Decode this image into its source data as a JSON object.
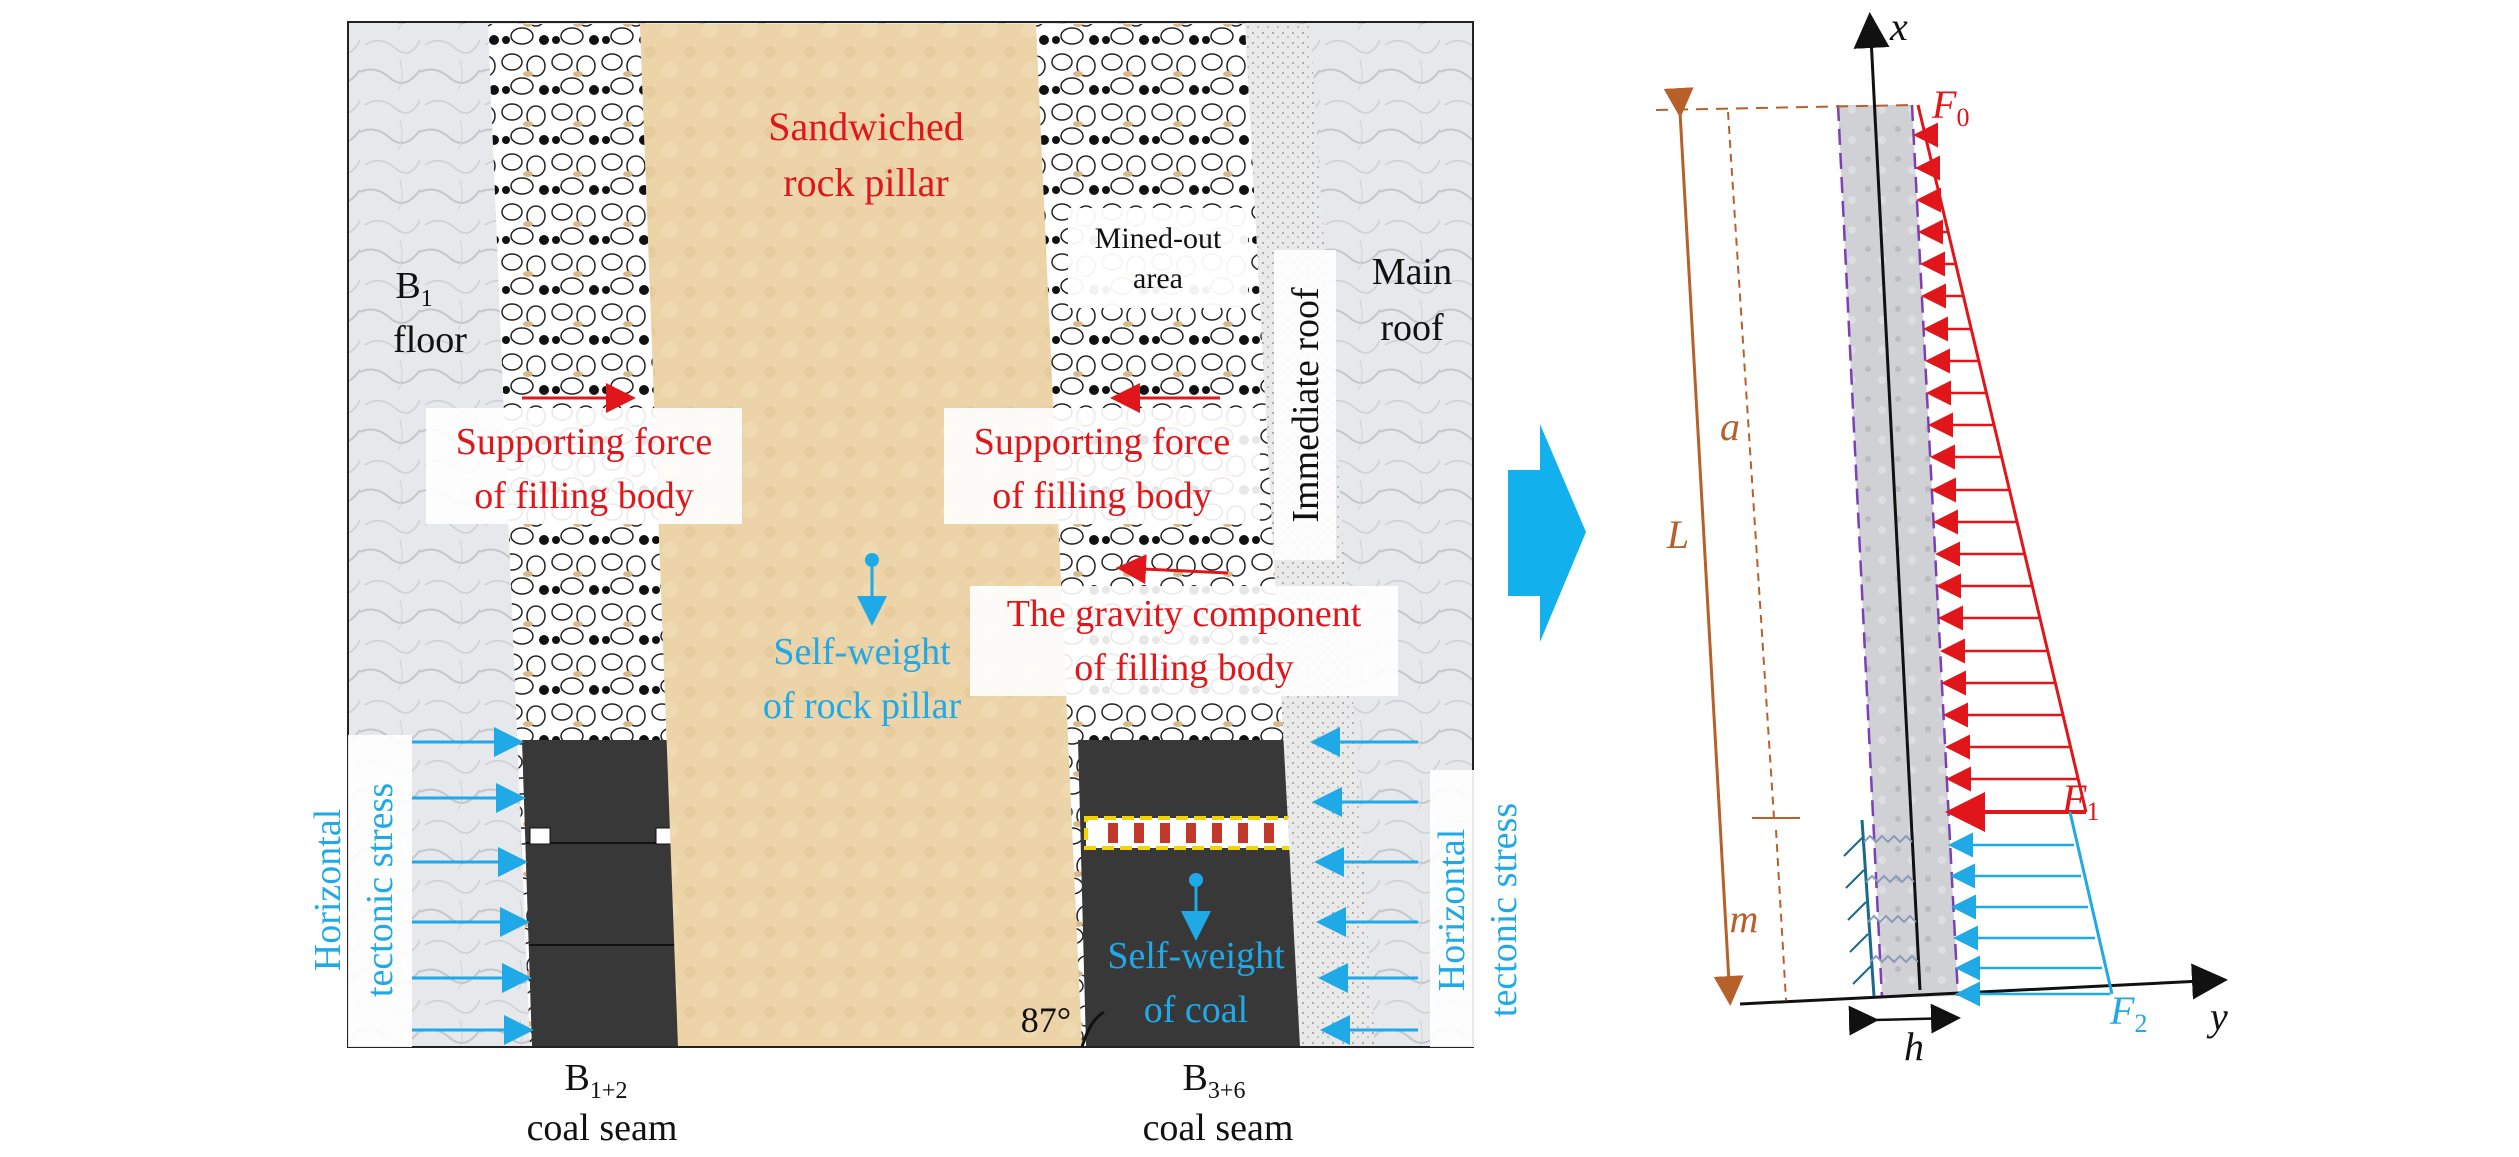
{
  "left_panel": {
    "b1_floor": {
      "symbol": "B",
      "subscript": "1",
      "word": "floor"
    },
    "sandwiched_pillar": [
      "Sandwiched",
      "rock pillar"
    ],
    "mined_out_area": [
      "Mined-out",
      "area"
    ],
    "immediate_roof": "Immediate roof",
    "main_roof": [
      "Main",
      "roof"
    ],
    "supporting_force_left": [
      "Supporting force",
      "of filling body"
    ],
    "supporting_force_right": [
      "Supporting force",
      "of filling body"
    ],
    "gravity_component": [
      "The gravity component",
      "of filling body"
    ],
    "self_weight_pillar": [
      "Self-weight",
      "of rock pillar"
    ],
    "self_weight_coal": [
      "Self-weight",
      "of coal"
    ],
    "horizontal_stress_left": [
      "Horizontal",
      "tectonic stress"
    ],
    "horizontal_stress_right": [
      "Horizontal",
      "tectonic stress"
    ],
    "angle": "87°",
    "seam_left": {
      "symbol": "B",
      "subscript": "1+2",
      "word": "coal seam"
    },
    "seam_right": {
      "symbol": "B",
      "subscript": "3+6",
      "word": "coal seam"
    }
  },
  "right_panel": {
    "axis_x": "x",
    "axis_y": "y",
    "L": "L",
    "a": "a",
    "m": "m",
    "h": "h",
    "F0": {
      "symbol": "F",
      "subscript": "0"
    },
    "F1": {
      "symbol": "F",
      "subscript": "1"
    },
    "F2": {
      "symbol": "F",
      "subscript": "2"
    }
  },
  "colors": {
    "red": "#e0161b",
    "blue": "#1fa9e6",
    "brown": "#b8602a",
    "arrow_fill": "#12b0ec"
  }
}
